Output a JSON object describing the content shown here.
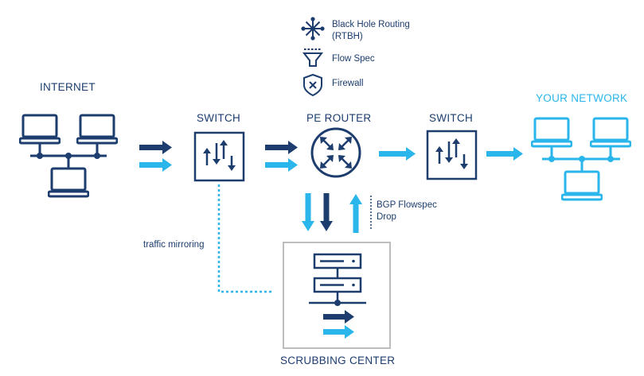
{
  "legend": {
    "rtbh_line1": "Black Hole Routing",
    "rtbh_line2": "(RTBH)",
    "flowspec": "Flow Spec",
    "firewall": "Firewall"
  },
  "nodes": {
    "internet": "INTERNET",
    "switch_left": "SWITCH",
    "pe_router": "PE ROUTER",
    "switch_right": "SWITCH",
    "your_network": "YOUR NETWORK",
    "scrubbing_center": "SCRUBBING CENTER"
  },
  "annotations": {
    "traffic_mirroring": "traffic mirroring",
    "bgp_line1": "BGP Flowspec",
    "bgp_line2": "Drop"
  },
  "colors": {
    "dark": "#1c3d6e",
    "light": "#2ab6ea",
    "box_border": "#bdbdbd"
  }
}
